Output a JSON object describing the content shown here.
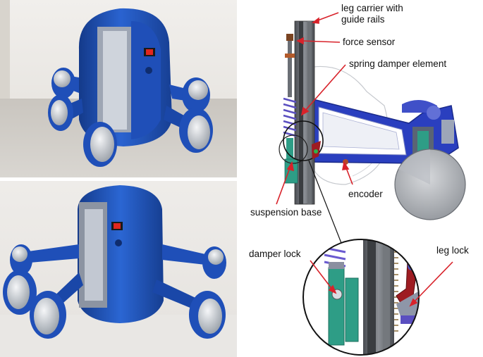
{
  "labels": {
    "leg_carrier_line1": "leg carrier with",
    "leg_carrier_line2": "guide rails",
    "force_sensor": "force sensor",
    "spring_damper": "spring damper element",
    "encoder": "encoder",
    "suspension_base": "suspension base",
    "damper_lock": "damper lock",
    "leg_lock": "leg lock"
  },
  "colors": {
    "robot_blue": "#1f4fb8",
    "robot_dark_blue": "#143a8a",
    "wheel_silver": "#cfd3d8",
    "rail_gray": "#5f6266",
    "damper_purple": "#5a4fc0",
    "arrow_red": "#d8222a",
    "lock_red": "#9e1c22",
    "teal_part": "#2e9d86",
    "green_part": "#2db34a"
  },
  "icons": [
    "robot-photo-top",
    "robot-photo-bottom",
    "leg-cad-drawing",
    "lock-detail-magnifier"
  ]
}
